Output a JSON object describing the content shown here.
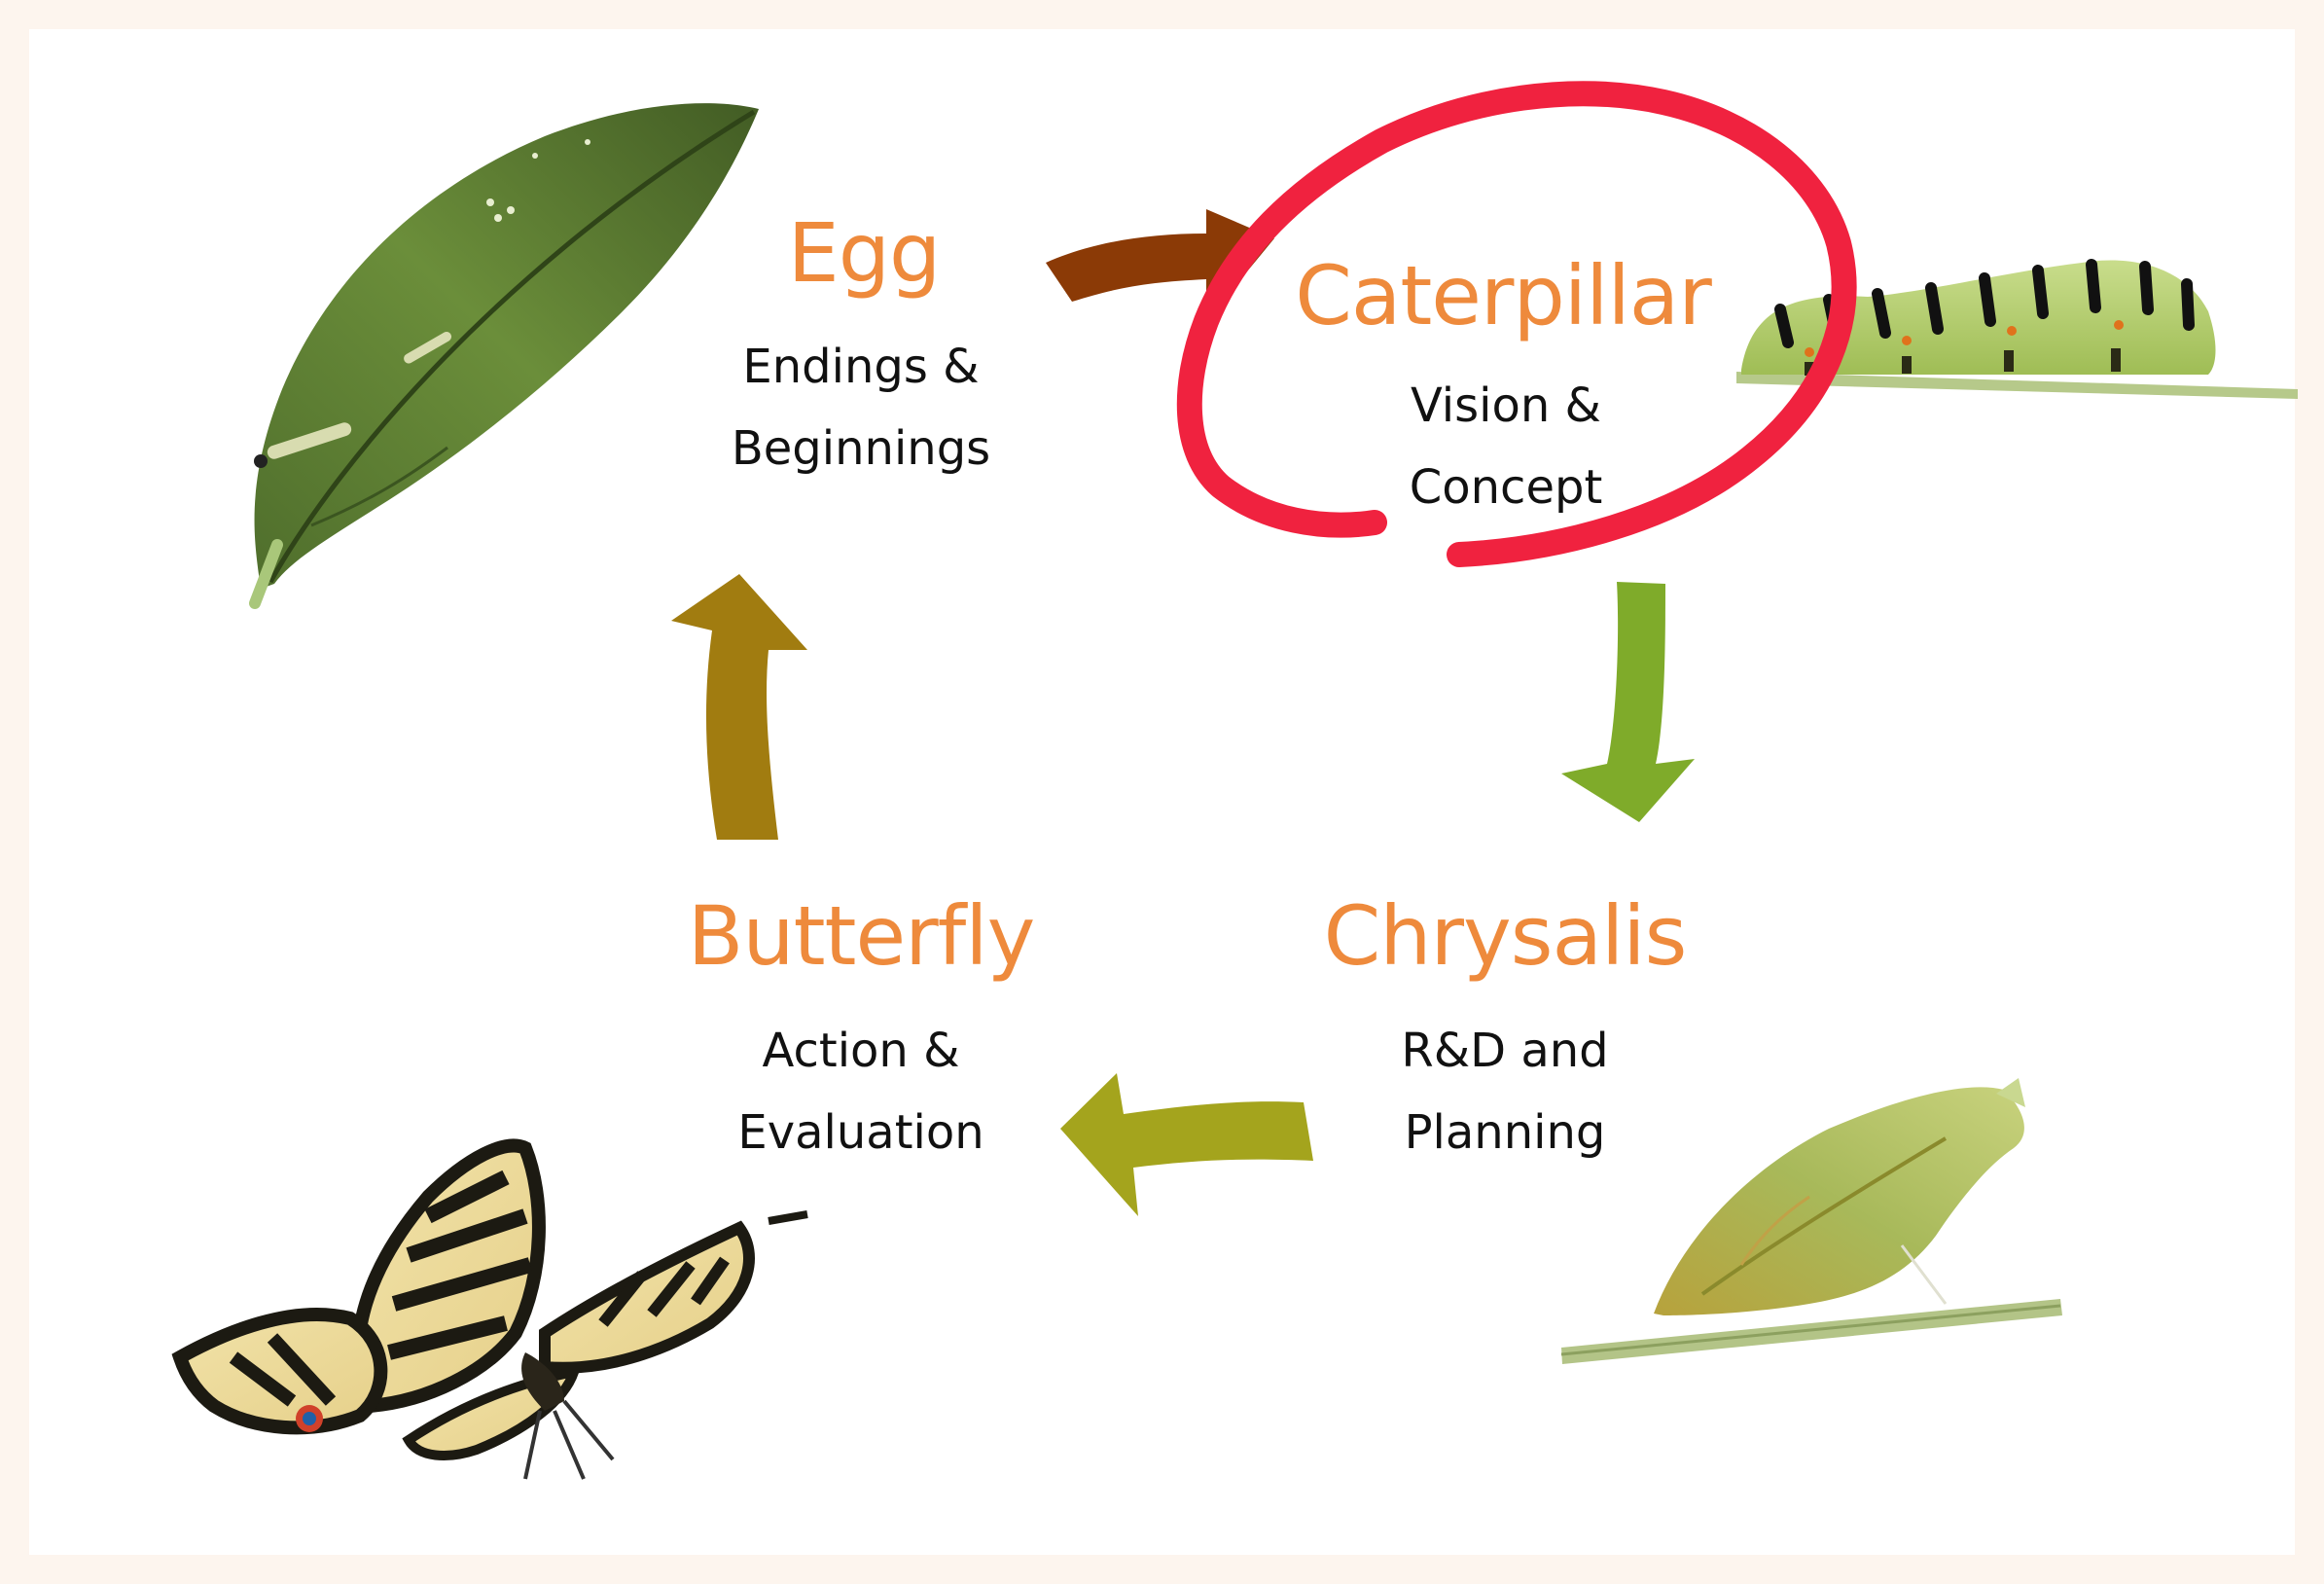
{
  "colors": {
    "background": "#fdf5ee",
    "title": "#ee8a3c",
    "highlight": "#f0223f",
    "arrow_egg_to_caterpillar": "#8b3a06",
    "arrow_caterpillar_to_chrysalis": "#7fab2a",
    "arrow_chrysalis_to_butterfly": "#a4a41d",
    "arrow_butterfly_to_egg": "#a17c10"
  },
  "stages": {
    "egg": {
      "title": "Egg",
      "line1": "Endings &",
      "line2": "Beginnings",
      "illustration": "leaf-with-eggs"
    },
    "caterpillar": {
      "title": "Caterpillar",
      "line1": "Vision &",
      "line2": "Concept",
      "illustration": "caterpillar-on-stem",
      "highlighted": true
    },
    "chrysalis": {
      "title": "Chrysalis",
      "line1": "R&D and",
      "line2": "Planning",
      "illustration": "chrysalis-on-stem"
    },
    "butterfly": {
      "title": "Butterfly",
      "line1": "Action &",
      "line2": "Evaluation",
      "illustration": "swallowtail-butterfly"
    }
  }
}
